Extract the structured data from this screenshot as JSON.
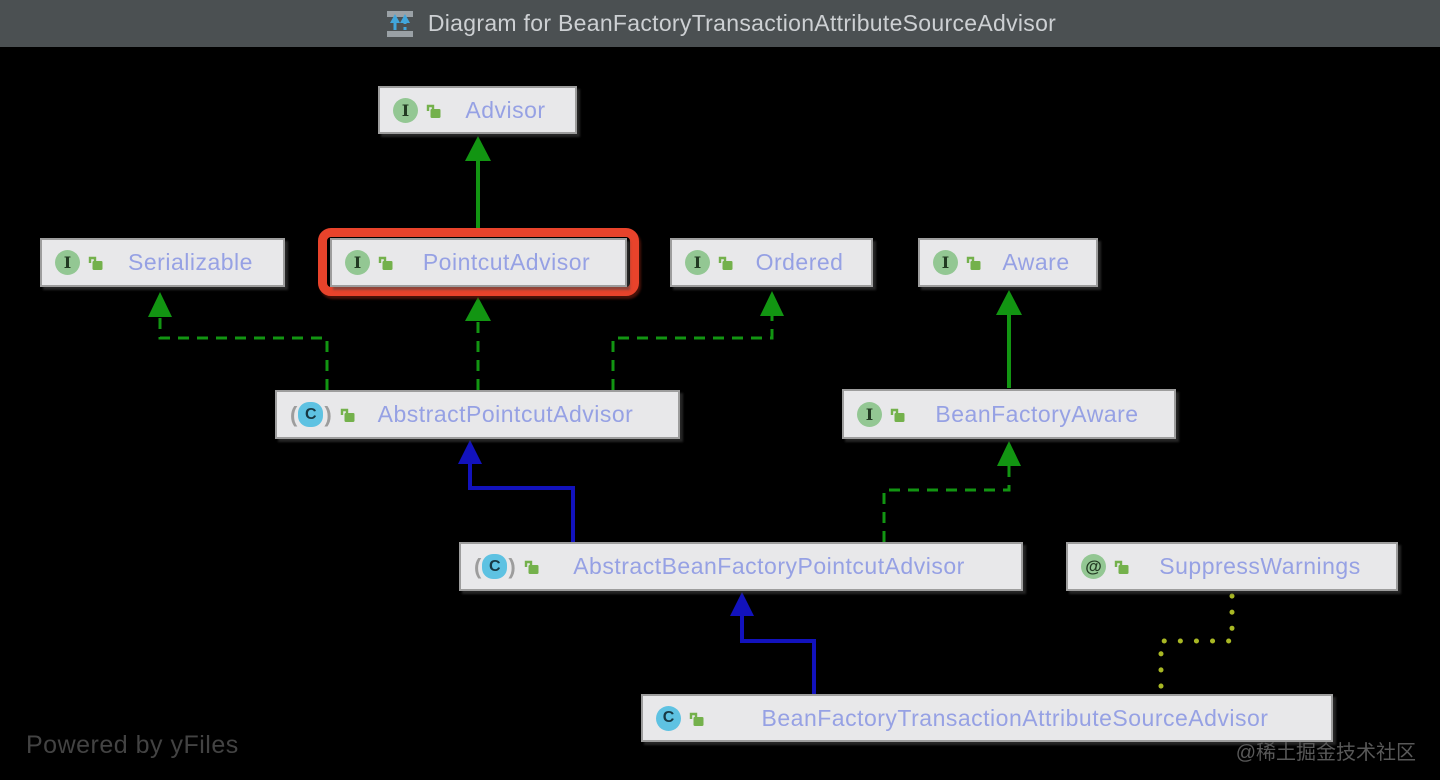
{
  "header": {
    "title": "Diagram for BeanFactoryTransactionAttributeSourceAdvisor",
    "icon": "diagram-hierarchy-icon"
  },
  "nodes": [
    {
      "id": "advisor",
      "label": "Advisor",
      "kind": "interface",
      "badge": "I",
      "visibility": "public",
      "highlighted": false
    },
    {
      "id": "serializable",
      "label": "Serializable",
      "kind": "interface",
      "badge": "I",
      "visibility": "public",
      "highlighted": false
    },
    {
      "id": "pointcut-advisor",
      "label": "PointcutAdvisor",
      "kind": "interface",
      "badge": "I",
      "visibility": "public",
      "highlighted": true
    },
    {
      "id": "ordered",
      "label": "Ordered",
      "kind": "interface",
      "badge": "I",
      "visibility": "public",
      "highlighted": false
    },
    {
      "id": "aware",
      "label": "Aware",
      "kind": "interface",
      "badge": "I",
      "visibility": "public",
      "highlighted": false
    },
    {
      "id": "abstract-pointcut-advisor",
      "label": "AbstractPointcutAdvisor",
      "kind": "abstract-class",
      "badge": "C",
      "visibility": "public",
      "highlighted": false
    },
    {
      "id": "bean-factory-aware",
      "label": "BeanFactoryAware",
      "kind": "interface",
      "badge": "I",
      "visibility": "public",
      "highlighted": false
    },
    {
      "id": "abstract-bean-factory-pointcut-advisor",
      "label": "AbstractBeanFactoryPointcutAdvisor",
      "kind": "abstract-class",
      "badge": "C",
      "visibility": "public",
      "highlighted": false
    },
    {
      "id": "suppress-warnings",
      "label": "SuppressWarnings",
      "kind": "annotation",
      "badge": "@",
      "visibility": "public",
      "highlighted": false
    },
    {
      "id": "bean-factory-transaction-attribute-source-advisor",
      "label": "BeanFactoryTransactionAttributeSourceAdvisor",
      "kind": "class",
      "badge": "C",
      "visibility": "public",
      "highlighted": false
    }
  ],
  "edges": [
    {
      "from": "PointcutAdvisor",
      "to": "Advisor",
      "relation": "extends",
      "style": "solid-green"
    },
    {
      "from": "AbstractPointcutAdvisor",
      "to": "Serializable",
      "relation": "implements",
      "style": "dashed-green"
    },
    {
      "from": "AbstractPointcutAdvisor",
      "to": "PointcutAdvisor",
      "relation": "implements",
      "style": "dashed-green"
    },
    {
      "from": "AbstractPointcutAdvisor",
      "to": "Ordered",
      "relation": "implements",
      "style": "dashed-green"
    },
    {
      "from": "BeanFactoryAware",
      "to": "Aware",
      "relation": "extends",
      "style": "solid-green"
    },
    {
      "from": "AbstractBeanFactoryPointcutAdvisor",
      "to": "AbstractPointcutAdvisor",
      "relation": "extends",
      "style": "solid-blue"
    },
    {
      "from": "AbstractBeanFactoryPointcutAdvisor",
      "to": "BeanFactoryAware",
      "relation": "implements",
      "style": "dashed-green"
    },
    {
      "from": "BeanFactoryTransactionAttributeSourceAdvisor",
      "to": "AbstractBeanFactoryPointcutAdvisor",
      "relation": "extends",
      "style": "solid-blue"
    },
    {
      "from": "BeanFactoryTransactionAttributeSourceAdvisor",
      "to": "SuppressWarnings",
      "relation": "annotation",
      "style": "dotted-olive"
    }
  ],
  "colors": {
    "background": "#000000",
    "titlebar_bg": "#4b5052",
    "node_bg": "#e8e8ea",
    "node_border": "#9d9d9d",
    "node_label": "#96a1e4",
    "interface_badge": "#93c793",
    "class_badge": "#5ec2e2",
    "edge_green": "#129512",
    "edge_blue": "#1212bd",
    "edge_olive": "#a9b824",
    "highlight_red": "#e8432b"
  },
  "footer": {
    "powered_by": "Powered by yFiles",
    "watermark": "@稀土掘金技术社区"
  }
}
